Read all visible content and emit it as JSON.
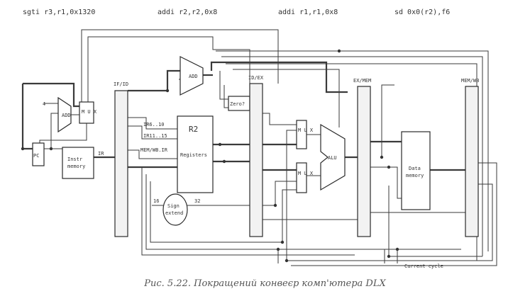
{
  "instructions": [
    "sgti r3,r1,0x1320",
    "addi r2,r2,0x8",
    "addi r1,r1,0x8",
    "sd 0x0(r2),f6"
  ],
  "diagram": {
    "pc": "PC",
    "add_top": "ADD",
    "add_left": "ADD",
    "mux_left": "M U X",
    "constant_four": "4",
    "instr_memory": [
      "Instr",
      "memory"
    ],
    "ir_label": "IR",
    "latch_if_id": "IF/ID",
    "latch_id_ex": "ID/EX",
    "latch_ex_mem": "EX/MEM",
    "latch_mem_wb": "MEM/WB",
    "zero_test": "Zero?",
    "reg_file_title": "R2",
    "reg_inputs": [
      "IR6..10",
      "IR11..15",
      "MEM/WB.IR"
    ],
    "registers": "Registers",
    "sign_extend": [
      "Sign",
      "extend"
    ],
    "bits_in": "16",
    "bits_out": "32",
    "mux_upper": "M U X",
    "mux_lower": "M U X",
    "alu": "ALU",
    "data_memory": [
      "Data",
      "memory"
    ],
    "current_cycle": "Current cycle"
  },
  "caption": "Рис. 5.22. Покращений конвеєр комп'ютера DLX"
}
